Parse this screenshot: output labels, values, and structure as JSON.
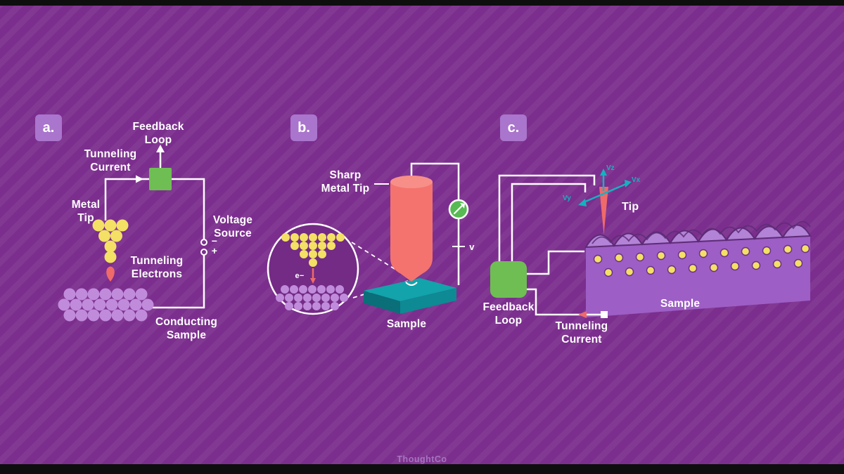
{
  "watermark": "ThoughtCo",
  "colors": {
    "background": "#7b2e8d",
    "stripe_highlight": "#8a3d9c",
    "badge": "#aa75cc",
    "wire": "#ffffff",
    "feedback_green": "#6fbe54",
    "atom_yellow": "#f3e065",
    "tip_pink": "#ef6a6a",
    "atom_purple": "#c18bdb",
    "sample_teal": "#12a3ab",
    "block_purple": "#9d5ec5"
  },
  "panel_a": {
    "badge": "a.",
    "feedback_loop": [
      "Feedback",
      "Loop"
    ],
    "tunneling_current": [
      "Tunneling",
      "Current"
    ],
    "metal_tip": [
      "Metal",
      "Tip"
    ],
    "voltage_source": [
      "Voltage",
      "Source"
    ],
    "minus": "−",
    "plus": "+",
    "tunneling_electrons": [
      "Tunneling",
      "Electrons"
    ],
    "conducting_sample": [
      "Conducting",
      "Sample"
    ]
  },
  "panel_b": {
    "badge": "b.",
    "sharp_metal_tip": [
      "Sharp",
      "Metal Tip"
    ],
    "electron": "e−",
    "voltage": "v",
    "sample": "Sample"
  },
  "panel_c": {
    "badge": "c.",
    "tip": "Tip",
    "axis_z": "Vz",
    "axis_x": "Vx",
    "axis_y": "Vy",
    "sample": "Sample",
    "feedback_loop": [
      "Feedback",
      "Loop"
    ],
    "tunneling_current": [
      "Tunneling",
      "Current"
    ]
  }
}
